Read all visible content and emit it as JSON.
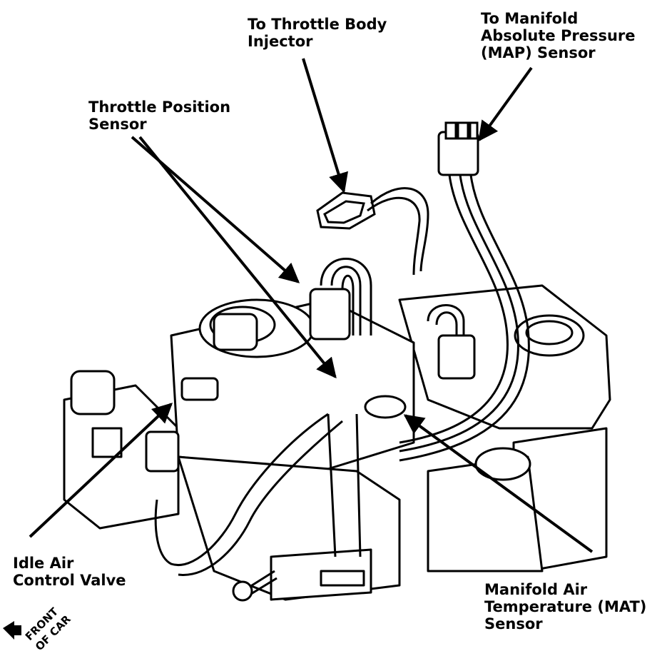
{
  "labels": {
    "throttle_body_injector": [
      "To Throttle Body",
      "Injector"
    ],
    "map_sensor": [
      "To Manifold",
      "Absolute Pressure",
      "(MAP) Sensor"
    ],
    "throttle_position_sensor": [
      "Throttle Position",
      "Sensor"
    ],
    "idle_air_control_valve": [
      "Idle Air",
      "Control Valve"
    ],
    "mat_sensor": [
      "Manifold Air",
      "Temperature (MAT)",
      "Sensor"
    ],
    "front_of_car": [
      "FRONT",
      "OF CAR"
    ]
  }
}
